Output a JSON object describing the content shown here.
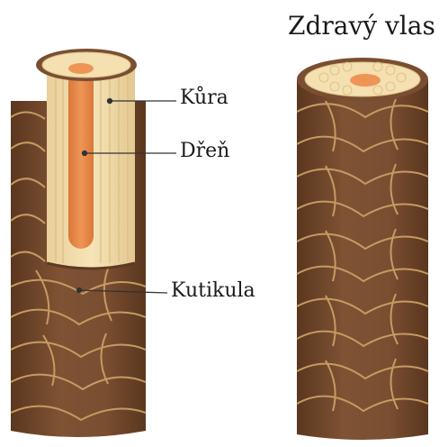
{
  "title": "Zdravý vlas",
  "labels": {
    "kura": "Kůra",
    "dren": "Dřeň",
    "kutikula": "Kutikula"
  },
  "colors": {
    "cuticle": "#7a4e31",
    "cuticle_dark": "#5e3a22",
    "scale_edge": "#c79a63",
    "cortex": "#f2dcaa",
    "cortex_cell_line": "#d8bd85",
    "medulla": "#e8894a",
    "text": "#1a1a1a"
  }
}
